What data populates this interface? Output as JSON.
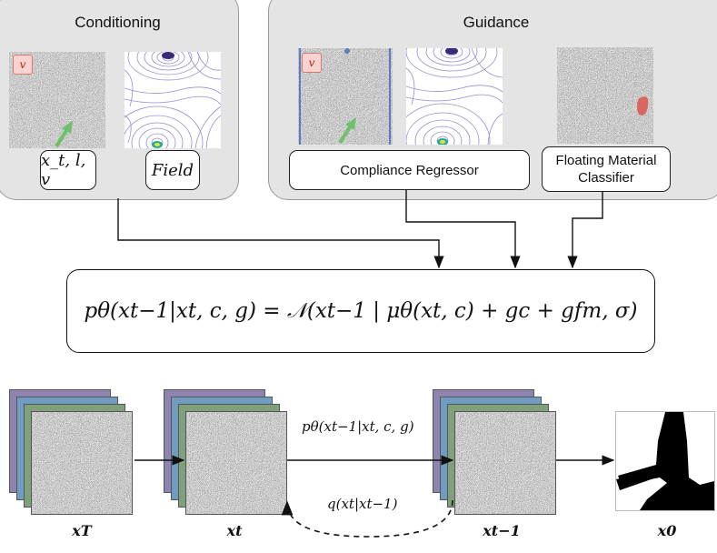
{
  "conditioning": {
    "title": "Conditioning",
    "inputs_label": "x_t, l, v",
    "field_label": "Field",
    "badge": "v"
  },
  "guidance": {
    "title": "Guidance",
    "badge": "v",
    "compliance_label": "Compliance Regressor",
    "floating_label_line1": "Floating Material",
    "floating_label_line2": "Classifier"
  },
  "equation": "pθ(xt−1|xt, c, g) = 𝒩(xt−1 | μθ(xt, c) + gc + gfm, σ)",
  "diffusion": {
    "forward_label": "pθ(xt−1|xt, c, g)",
    "reverse_label": "q(xt|xt−1)",
    "captions": [
      "xT",
      "xt",
      "xt−1",
      "x0"
    ]
  },
  "colors": {
    "panel_bg": "#e4e4e4",
    "badge_bg": "#f8d3cf",
    "stack_purple": "#8f84b0",
    "stack_blue": "#6f9cc0",
    "stack_green": "#7fa07a",
    "arrow_green": "#6fc06a",
    "highlight_red": "#d9534f"
  }
}
